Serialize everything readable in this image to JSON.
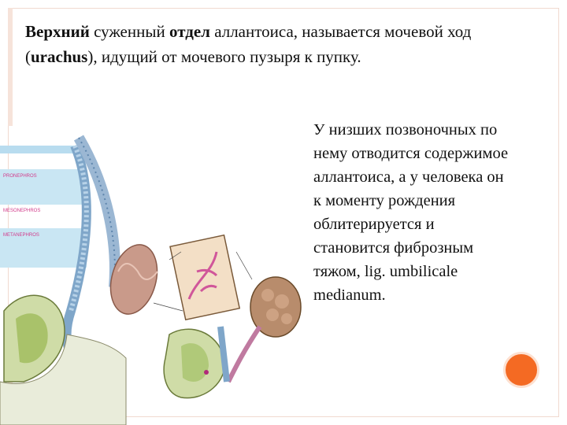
{
  "heading": {
    "bold1": "Верхний",
    "text1": " суженный ",
    "bold2": "отдел",
    "text2": " аллантоиса, называется мочевой ход",
    "text3": "(",
    "bold3": "urachus",
    "text4": "), идущий от мочевого пузыря к пупку."
  },
  "body": {
    "lines": [
      "У низших позвоночных по",
      "нему отводится содержимое",
      "аллантоиса, а у человека он",
      "к моменту рождения",
      "облитерируется и",
      "становится фиброзным",
      "тяжом, lig. umbilicale",
      "medianum."
    ]
  },
  "figure": {
    "labels": {
      "l1": "PRONEPHROS",
      "l2": "MESONEPHROS",
      "l3": "METANEPHROS"
    }
  },
  "colors": {
    "accent": "#f46a23",
    "frame": "#f0d9cf"
  }
}
